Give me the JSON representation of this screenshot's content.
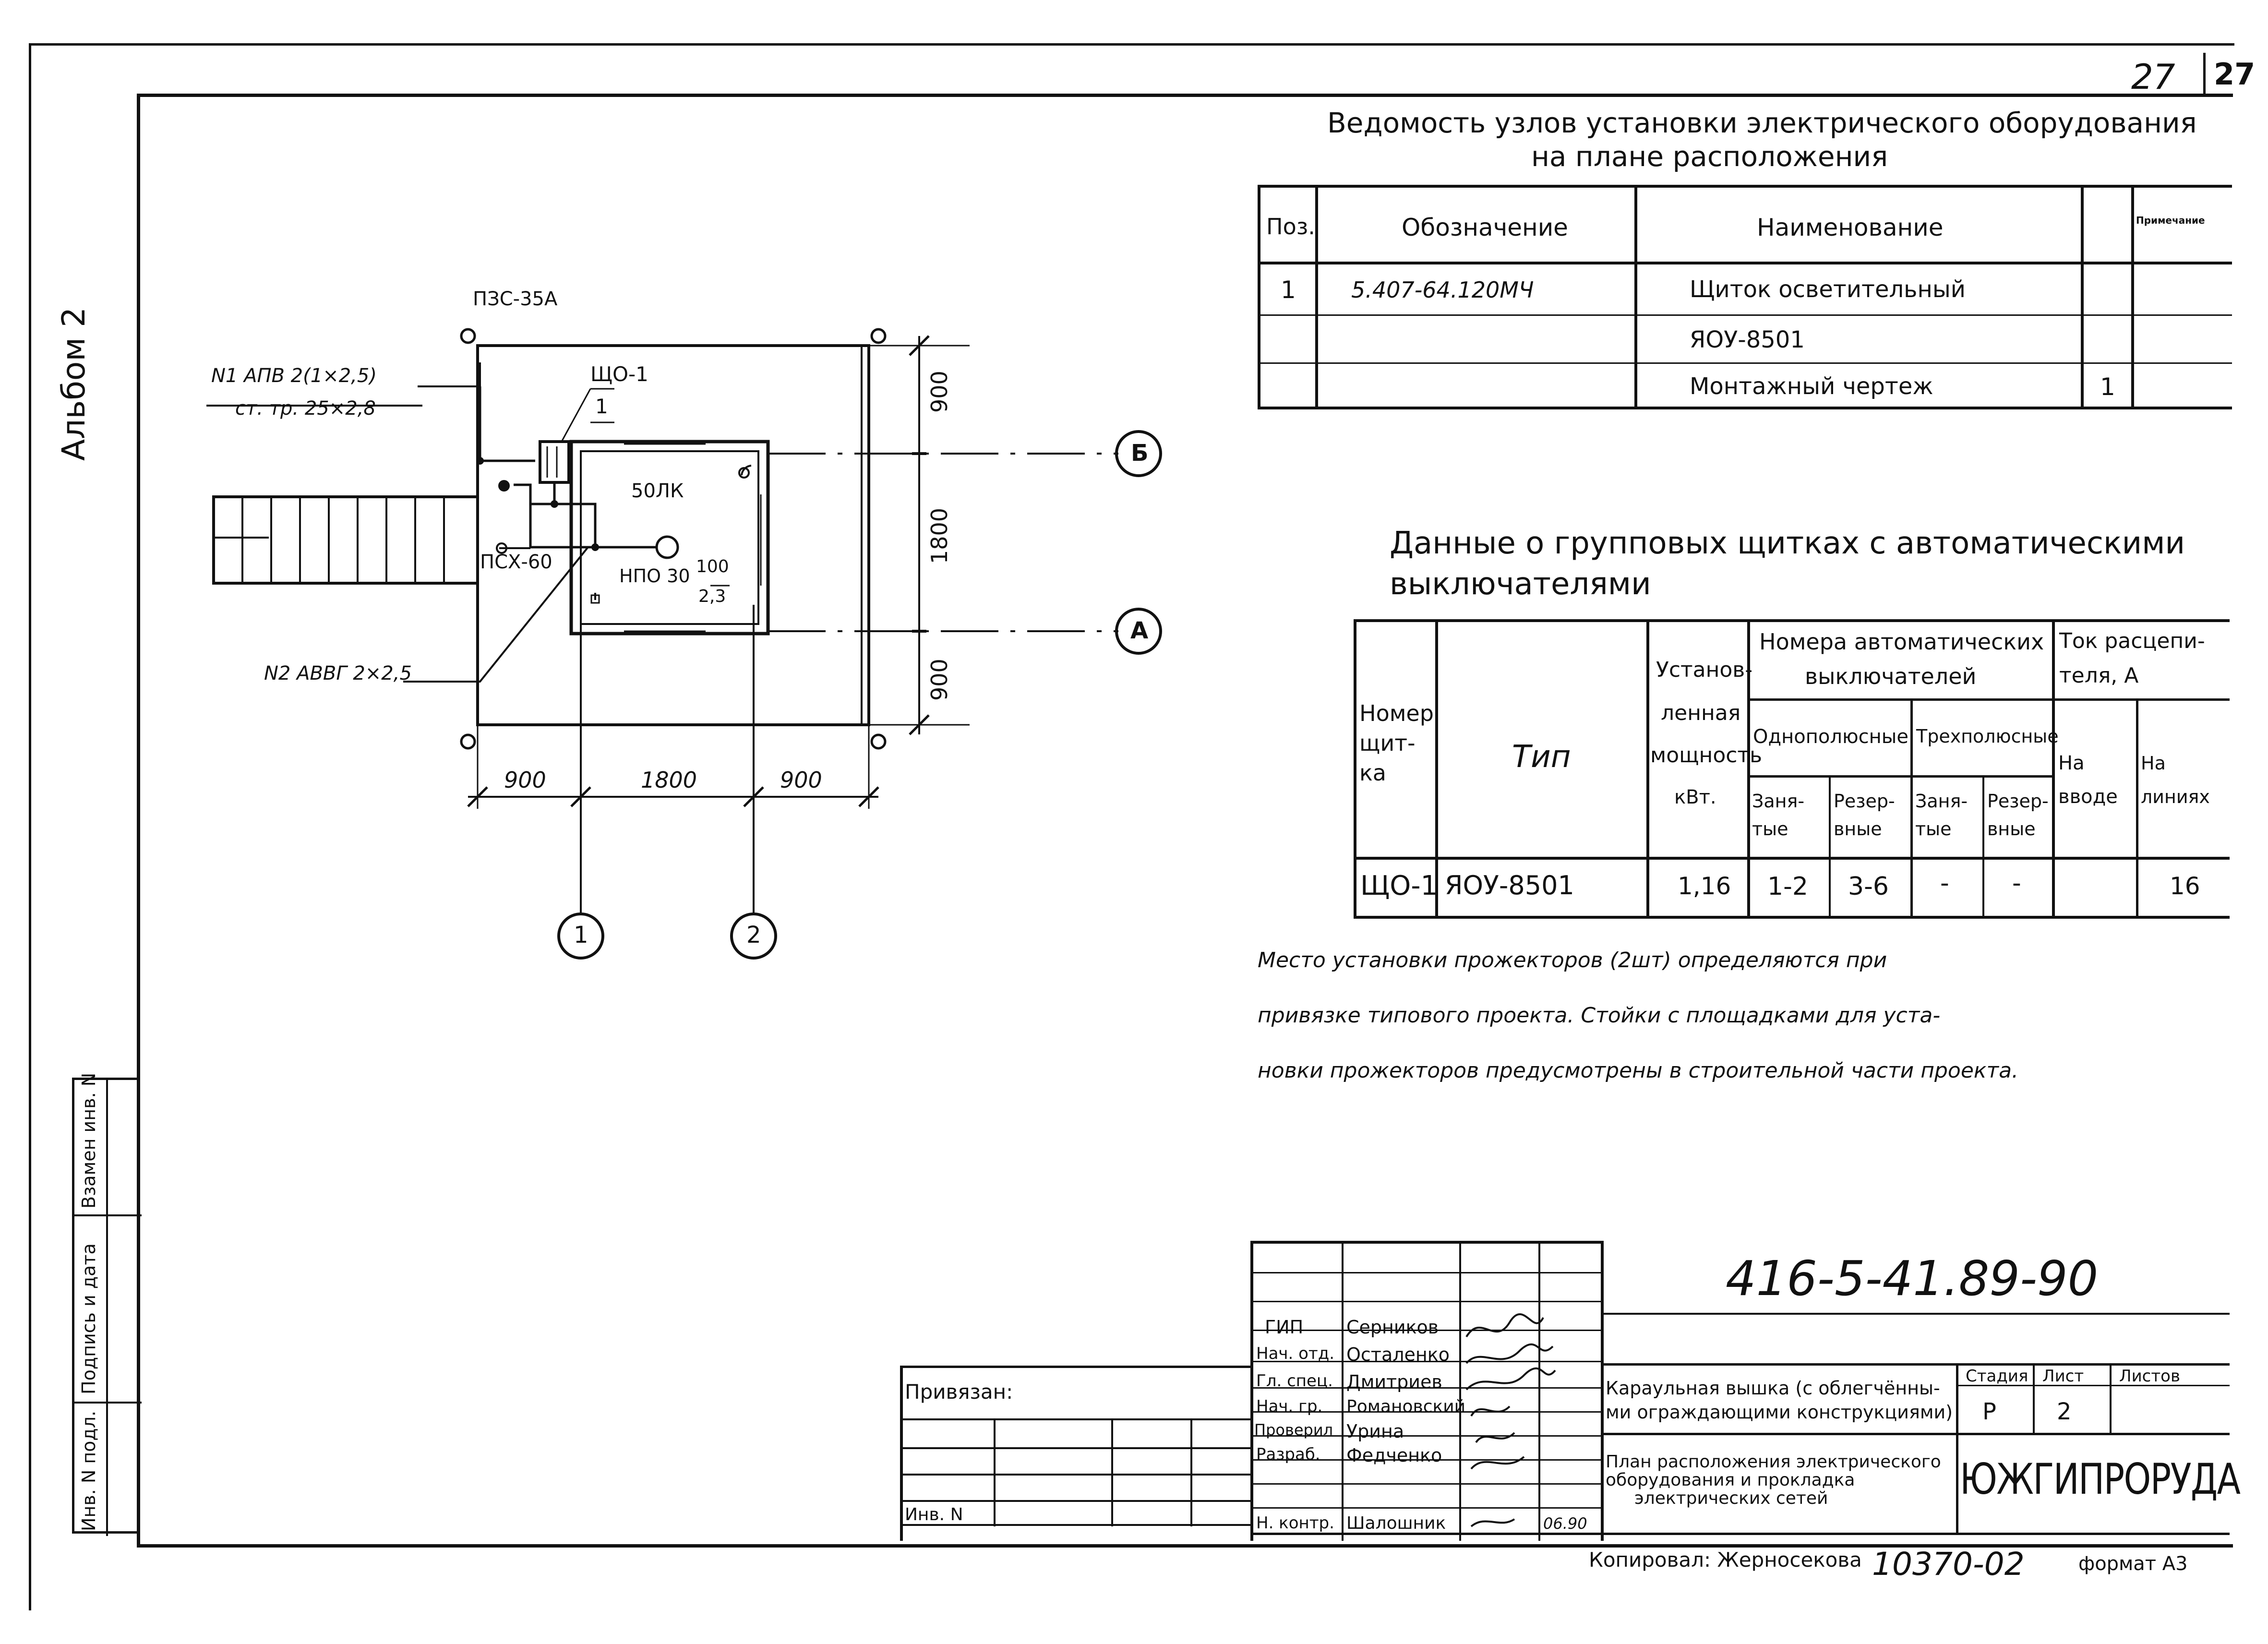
{
  "page": {
    "number": "27",
    "corner": "27"
  },
  "album": "Альбом 2",
  "equipment_list": {
    "title_line1": "Ведомость узлов установки электрического оборудования",
    "title_line2": "на плане расположения",
    "headers": [
      "Поз.",
      "Обозначение",
      "Наименование",
      "",
      "Примечание"
    ],
    "rows": [
      {
        "pos": "1",
        "designation": "5.407-64.120МЧ",
        "name": "Щиток осветительный",
        "qty": "",
        "note": ""
      },
      {
        "pos": "",
        "designation": "",
        "name": "ЯОУ-8501",
        "qty": "",
        "note": ""
      },
      {
        "pos": "",
        "designation": "",
        "name": "Монтажный чертеж",
        "qty": "1",
        "note": ""
      }
    ]
  },
  "panel_data": {
    "title_line1": "Данные о групповых щитках с автоматическими",
    "title_line2": "выключателями",
    "headers": {
      "panel_no": "Номер щит- ка",
      "type": "Тип",
      "power_l1": "Установ-",
      "power_l2": "ленная",
      "power_l3": "мощность",
      "power_l4": "кВт.",
      "breakers_l1": "Номера автоматических",
      "breakers_l2": "выключателей",
      "single_pole": "Однополюсные",
      "three_pole": "Трехполюсные",
      "busy": "Заня- тые",
      "reserve": "Резер- вные",
      "current_l1": "Ток расцепи-",
      "current_l2": "теля, А",
      "at_input": "На вводе",
      "on_lines": "На линиях"
    },
    "row": {
      "panel_no": "ЩО-1",
      "type": "ЯОУ-8501",
      "power": "1,16",
      "single_busy": "1-2",
      "single_reserve": "3-6",
      "three_busy": "-",
      "three_reserve": "-",
      "at_input": "",
      "on_lines": "16"
    }
  },
  "note": {
    "line1": "Место установки прожекторов (2шт) определяются при",
    "line2": "привязке типового проекта. Стойки с площадками для уста-",
    "line3": "новки прожекторов предусмотрены в строительной части проекта."
  },
  "plan": {
    "top_label": "ПЗС-35А",
    "cable1_line1": "N1 АПВ 2(1×2,5)",
    "cable1_line2": "ст. тр. 25×2,8",
    "panel_label": "ЩО-1",
    "panel_num": "1",
    "lamp1": "50ЛК",
    "lamp2": "ПСХ-60",
    "lamp3": "НПО 30",
    "lamp3_frac_top": "100",
    "lamp3_frac_bottom": "2,3",
    "cable2": "N2 АВВГ 2×2,5",
    "dim_v_top": "900",
    "dim_v_mid": "1800",
    "dim_v_bottom": "900",
    "dim_h_left": "900",
    "dim_h_mid": "1800",
    "dim_h_right": "900",
    "axis_b": "Б",
    "axis_a": "А",
    "axis_1": "1",
    "axis_2": "2"
  },
  "side_stamp": {
    "swap": "Взамен инв. N",
    "signature_date": "Подпись и дата",
    "inv_orig": "Инв. N подл."
  },
  "title_block": {
    "code": "416-5-41.89-90",
    "roles": [
      "ГИП",
      "Нач. отд.",
      "Гл. спец.",
      "Нач. гр.",
      "Проверил",
      "Разраб.",
      "",
      "Н. контр."
    ],
    "names": [
      "Серников",
      "Осталенко",
      "Дмитриев",
      "Романовский",
      "Урина",
      "Федченко",
      "",
      "Шалошник"
    ],
    "date": "06.90",
    "object_line1": "Караульная вышка (с облегчённы-",
    "object_line2": "ми ограждающими конструкциями)",
    "sheet_title_line1": "План расположения электрического",
    "sheet_title_line2": "оборудования и прокладка",
    "sheet_title_line3": "электрических сетей",
    "stage_label": "Стадия",
    "sheet_label": "Лист",
    "sheets_label": "Листов",
    "stage": "Р",
    "sheet": "2",
    "sheets": "",
    "org": "ЮЖГИПРОРУДА",
    "bound": "Привязан:",
    "inv_no": "Инв. N",
    "copied": "Копировал: Жерносекова",
    "copy_no": "10370-02",
    "format": "формат А3"
  }
}
